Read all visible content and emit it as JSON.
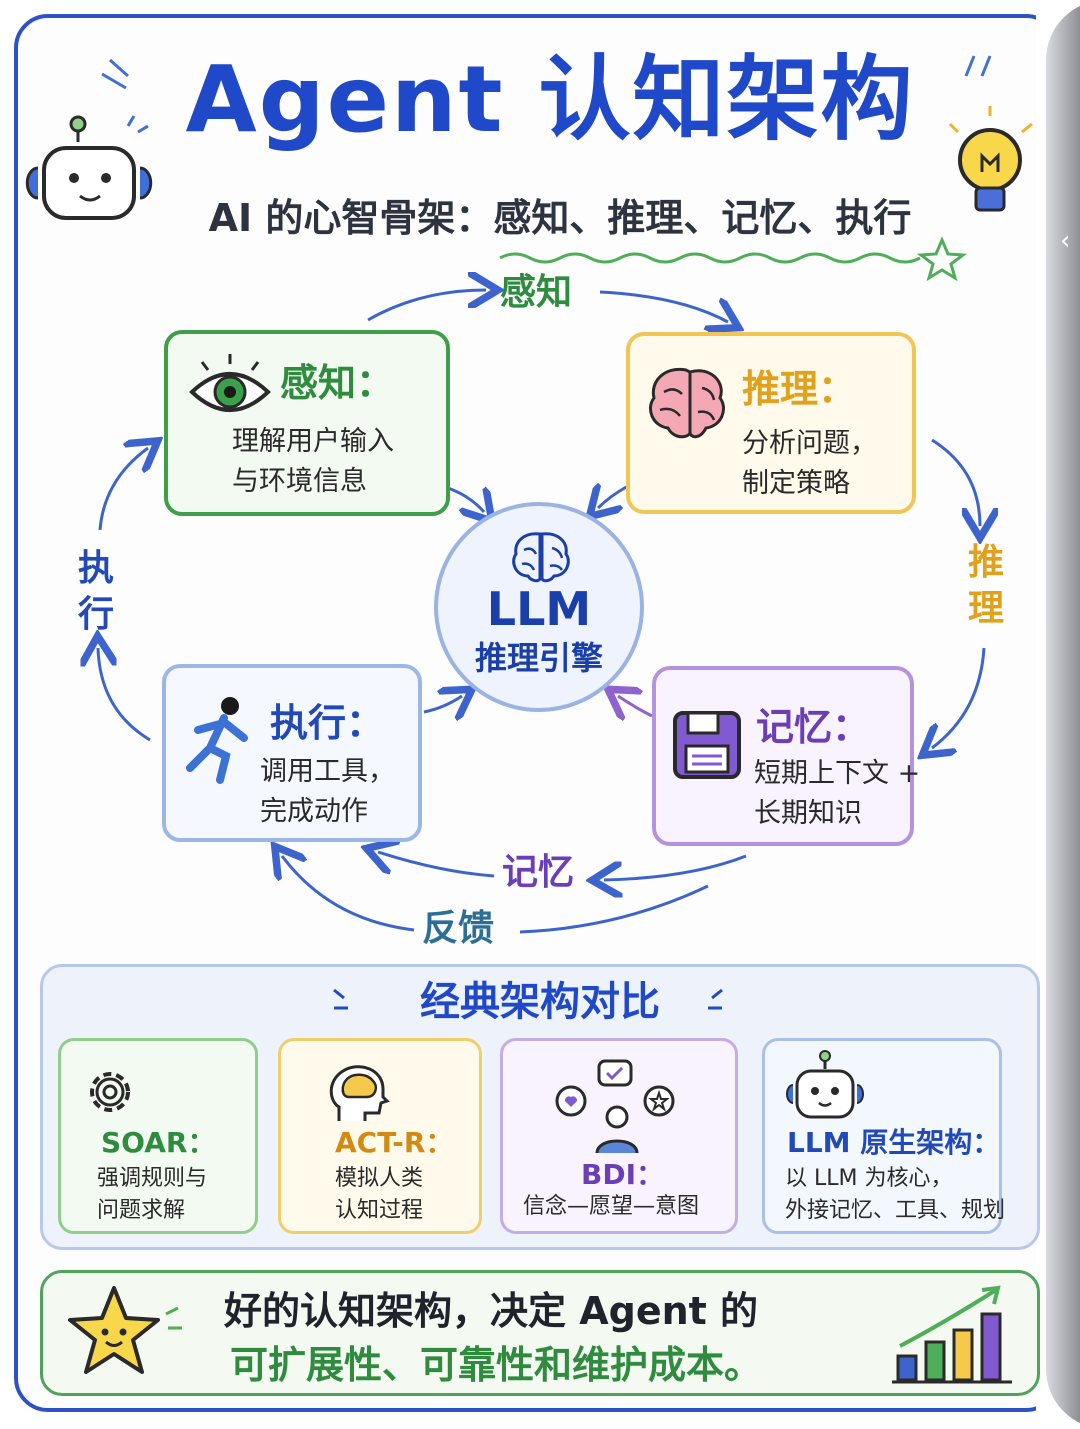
{
  "title": "Agent 认知架构",
  "subtitle": "AI 的心智骨架：感知、推理、记忆、执行",
  "stages": {
    "perception": {
      "heading": "感知：",
      "lines": [
        "理解用户输入",
        "与环境信息"
      ],
      "icon": "eye-icon"
    },
    "reasoning": {
      "heading": "推理：",
      "lines": [
        "分析问题，",
        "制定策略"
      ],
      "icon": "brain-icon"
    },
    "execution": {
      "heading": "执行：",
      "lines": [
        "调用工具，",
        "完成动作"
      ],
      "icon": "running-person-icon"
    },
    "memory": {
      "heading": "记忆：",
      "lines": [
        "短期上下文 +",
        "长期知识"
      ],
      "icon": "floppy-disk-icon"
    }
  },
  "center": {
    "label": "LLM",
    "sub": "推理引擎",
    "icon": "brain-outline-icon"
  },
  "flow_labels": {
    "top": "感知",
    "right": [
      "推",
      "理"
    ],
    "bottom": "记忆",
    "left": [
      "执",
      "行"
    ],
    "feedback": "反馈"
  },
  "comparison": {
    "title": "经典架构对比",
    "cards": [
      {
        "name": "SOAR：",
        "lines": [
          "强调规则与",
          "问题求解"
        ],
        "icon": "gear-icon"
      },
      {
        "name": "ACT-R：",
        "lines": [
          "模拟人类",
          "认知过程"
        ],
        "icon": "head-brain-icon"
      },
      {
        "name": "BDI：",
        "lines": [
          "信念—愿望—意图"
        ],
        "icon": "person-speech-icon"
      },
      {
        "name": "LLM 原生架构：",
        "lines": [
          "以 LLM 为核心，",
          "外接记忆、工具、规划"
        ],
        "icon": "robot-icon"
      }
    ]
  },
  "conclusion": {
    "line1": "好的认知架构，决定 Agent 的",
    "line2": "可扩展性、可靠性和维护成本。"
  },
  "colors": {
    "blue": "#1f49c9",
    "green": "#3f9e49",
    "yellow": "#f0c655",
    "purple": "#8e63cf",
    "lightblue": "#9bb7e6"
  }
}
